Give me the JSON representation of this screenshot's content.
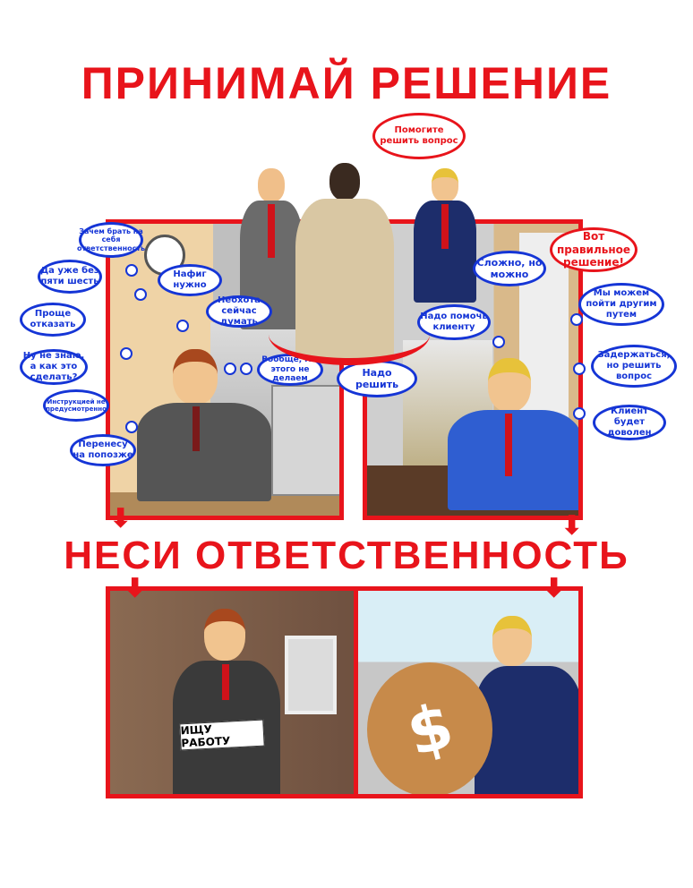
{
  "title_top": "ПРИНИМАЙ РЕШЕНИЕ",
  "title_bottom": "НЕСИ ОТВЕТСТВЕННОСТЬ",
  "boss_bubble": "Помогите решить вопрос",
  "left_bubbles": [
    "Зачем брать на себя ответственность",
    "Да уже без пяти шесть",
    "Нафиг нужно",
    "Неохота сейчас думать",
    "Проще отказать",
    "Ну не знаю, а как это сделать?",
    "Вообще, мы этого не делаем",
    "Инструкцией не предусмотренно",
    "Перенесу на попозже"
  ],
  "right_bubbles": [
    "Вот правильное решение!",
    "Сложно, но можно",
    "Мы можем пойти другим путем",
    "Надо помочь клиенту",
    "Задержаться, но решить вопрос",
    "Надо решить",
    "Клиент будет доволен"
  ],
  "sign_text": "ИЩУ РАБОТУ",
  "dollar_symbol": "$",
  "colors": {
    "accent": "#e8141b",
    "bubble": "#1535d6"
  }
}
